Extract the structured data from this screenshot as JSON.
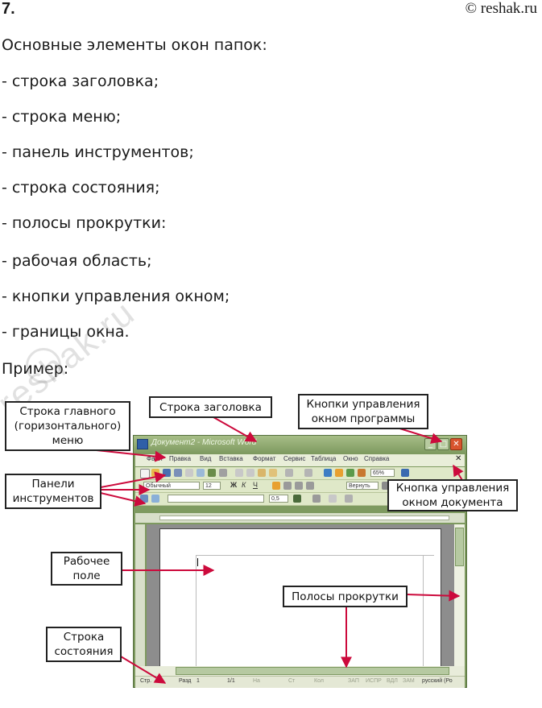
{
  "header": {
    "task_number": "7.",
    "site": "© reshak.ru"
  },
  "intro": "Основные элементы окон папок:",
  "items": [
    "- строка заголовка;",
    "- строка меню;",
    "- панель инструментов;",
    "- строка состояния;",
    "- полосы прокрутки:",
    "- рабочая область;",
    "- кнопки управления окном;",
    "- границы окна."
  ],
  "example_label": "Пример:",
  "watermark": "reshak.ru",
  "callouts": {
    "main_menu": "Строка главного\n(горизонтального)\nменю",
    "title_bar": "Строка заголовка",
    "program_buttons": "Кнопки управления\nокном программы",
    "toolbars": "Панели\nинструментов",
    "doc_button": "Кнопка управления\nокном документа",
    "work_area": "Рабочее\nполе",
    "scrollbars": "Полосы прокрутки",
    "status_bar": "Строка\nсостояния"
  },
  "word_window": {
    "title": "Документ2 - Microsoft Word",
    "menu": [
      "Файл",
      "Правка",
      "Вид",
      "Вставка",
      "Формат",
      "Сервис",
      "Таблица",
      "Окно",
      "Справка"
    ],
    "style_combo": "Обычный",
    "size_combo": "12",
    "zoom": "65%",
    "line_width": "0,5",
    "return_label": "Вернуть",
    "status": [
      "Стр.",
      "Разд",
      "1",
      "1/1",
      "На",
      "Ст",
      "Кол",
      "ЗАП",
      "ИСПР",
      "ВДЛ",
      "ЗАМ",
      "русский (Ро"
    ]
  },
  "colors": {
    "window_frame": "#7e9a60",
    "close_button": "#d8542e",
    "arrow": "#cc0a3c"
  }
}
